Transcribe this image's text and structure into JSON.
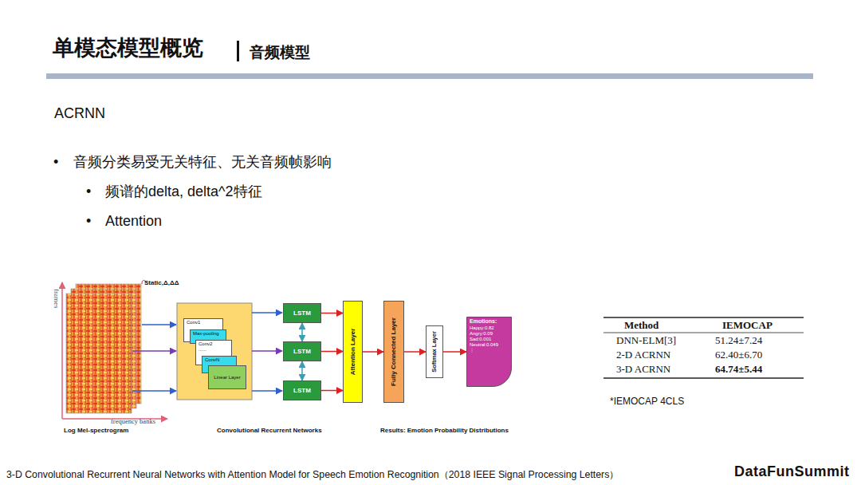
{
  "diagram": {
    "title": "单模态模型概览",
    "nodes": [
      {
        "text": [
          "Conv1"
        ]
      },
      {
        "text": [
          "Max-pooling"
        ]
      },
      {
        "text": [
          "Conv2",
          "......"
        ]
      },
      {
        "text": [
          "ConvN"
        ]
      },
      {
        "text": [
          "Linear Layer"
        ]
      },
      {
        "text": [
          "LSTM"
        ]
      },
      {
        "text": [
          "LSTM"
        ]
      },
      {
        "text": [
          "LSTM"
        ]
      },
      {
        "text": [
          "Attention Layer"
        ]
      },
      {
        "text": [
          "Fully Connected Layer"
        ]
      },
      {
        "text": [
          "Softmax Layer"
        ]
      },
      {
        "text": [
          "Emotions:",
          "Happy:0.82",
          "Angry:0.09",
          "Sad:0.001",
          "Neutral:0.049",
          "⋮"
        ]
      }
    ],
    "edges": [
      {
        "from": 5,
        "to": 6,
        "arrow": "both"
      },
      {
        "from": 6,
        "to": 7,
        "arrow": "both"
      },
      {
        "from": 5,
        "to": 8,
        "arrow": "to"
      },
      {
        "from": 6,
        "to": 8,
        "arrow": "to"
      },
      {
        "from": 7,
        "to": 8,
        "arrow": "to"
      },
      {
        "from": 8,
        "to": 9,
        "arrow": "to"
      },
      {
        "from": 9,
        "to": 10,
        "arrow": "to"
      },
      {
        "from": 10,
        "to": 11,
        "arrow": "to"
      }
    ],
    "labels": [
      "音频模型",
      "ACRNN",
      "•",
      "音频分类易受无关特征、无关音频帧影响",
      "•",
      "频谱的delta, delta^2特征",
      "•",
      "Attention",
      "frames",
      "Static,Δ,ΔΔ",
      "frequency banks",
      "Log Mel-spectrogram",
      "Convolutional Recurrent Networks",
      "Results: Emotion Probability Distributions",
      "Method",
      "IEMOCAP",
      "DNN-ELM[3]",
      "51.24±7.24",
      "2-D ACRNN",
      "62.40±6.70",
      "3-D ACRNN",
      "64.74±5.44",
      "*IEMOCAP 4CLS",
      "3-D Convolutional Recurrent Neural Networks with Attention Model for Speech Emotion Recognition（2018 IEEE Signal Processing Letters）",
      "DataFunSummit"
    ]
  }
}
